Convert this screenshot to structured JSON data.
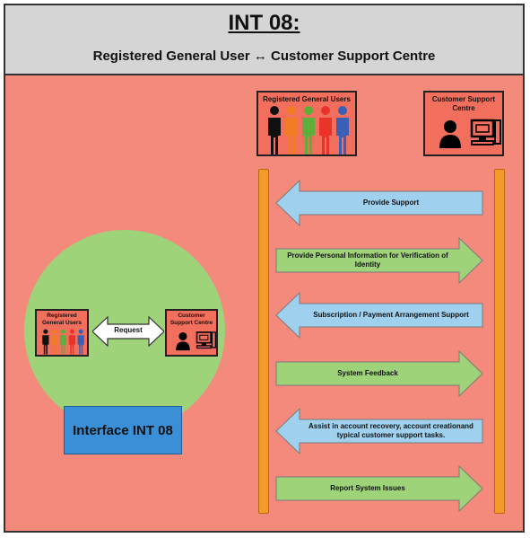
{
  "header": {
    "title": "INT 08:",
    "subtitle": "Registered General User  ↔  Customer Support Centre"
  },
  "actors": {
    "users_label": "Registered General Users",
    "centre_label": "Customer Support Centre"
  },
  "people_colors": [
    "#111111",
    "#f07b22",
    "#5fae3c",
    "#e8322a",
    "#3a5fb4"
  ],
  "messages": [
    {
      "label": "Provide Support",
      "direction": "left",
      "color": "#9fd0ee"
    },
    {
      "label": "Provide Personal Information for Verification of Identity",
      "direction": "right",
      "color": "#9ed37a"
    },
    {
      "label": "Subscription / Payment Arrangement Support",
      "direction": "left",
      "color": "#9fd0ee"
    },
    {
      "label": "System Feedback",
      "direction": "right",
      "color": "#9ed37a"
    },
    {
      "label": "Assist in account recovery, account creationand typical customer support tasks.",
      "direction": "left",
      "color": "#9fd0ee"
    },
    {
      "label": "Report System Issues",
      "direction": "right",
      "color": "#9ed37a"
    }
  ],
  "interface": {
    "users_label": "Registered General Users",
    "centre_label": "Customer Support Centre",
    "request_label": "Request",
    "name": "Interface INT 08"
  }
}
